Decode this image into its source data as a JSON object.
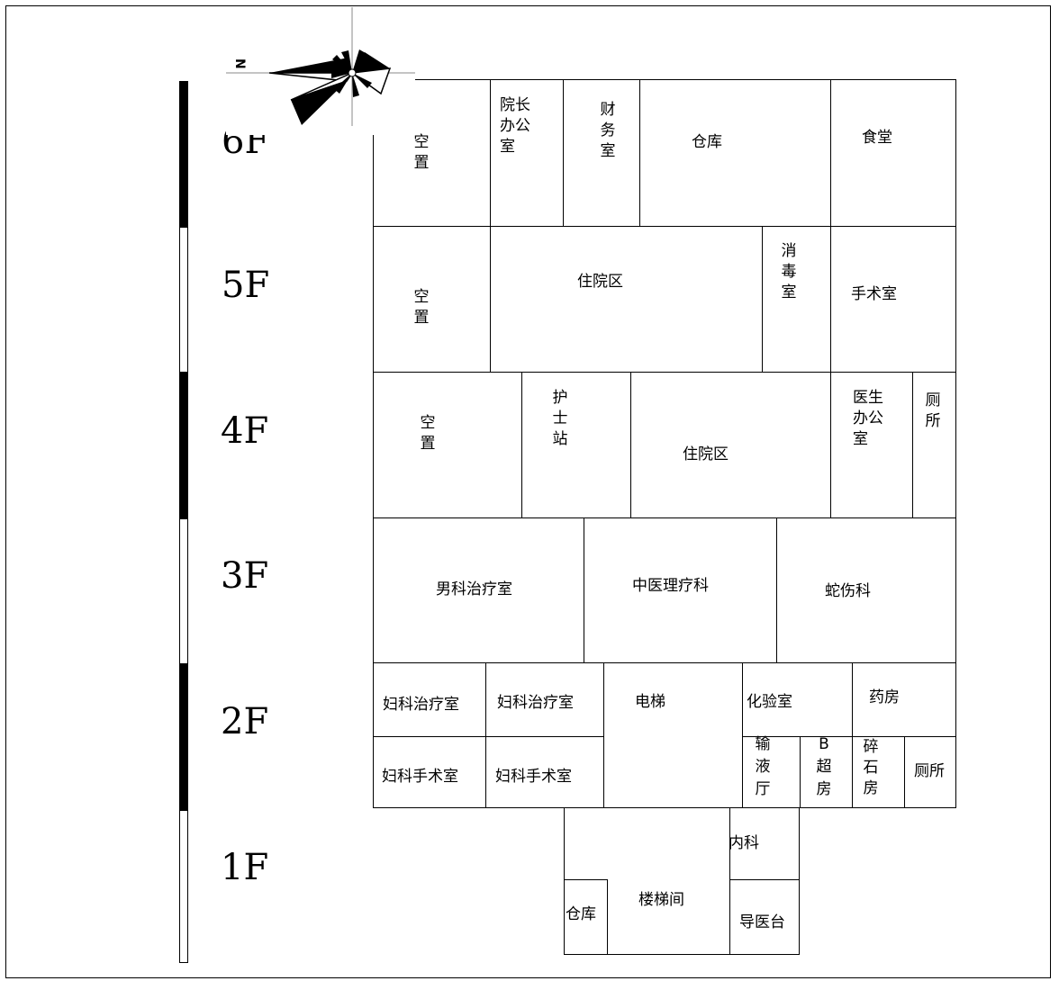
{
  "floors": [
    "6F",
    "5F",
    "4F",
    "3F",
    "2F",
    "1F"
  ],
  "compass": {
    "north_letter": "N"
  },
  "rooms": {
    "f6_vacant": "空置",
    "f6_president": "院长办公室",
    "f6_finance": "财务室",
    "f6_storage": "仓库",
    "f6_canteen": "食堂",
    "f5_vacant": "空置",
    "f5_inpatient": "住院区",
    "f5_disinfection": "消毒室",
    "f5_surgery": "手术室",
    "f4_vacant": "空置",
    "f4_nurse_station": "护士站",
    "f4_inpatient": "住院区",
    "f4_doctor_office": "医生办公室",
    "f4_toilet": "厕所",
    "f3_andrology": "男科治疗室",
    "f3_tcm": "中医理疗科",
    "f3_snakebite": "蛇伤科",
    "f2_gyn_treat_1": "妇科治疗室",
    "f2_gyn_treat_2": "妇科治疗室",
    "f2_elevator": "电梯",
    "f2_lab": "化验室",
    "f2_pharmacy": "药房",
    "f2_gyn_surgery_1": "妇科手术室",
    "f2_gyn_surgery_2": "妇科手术室",
    "f2_infusion": "输液厅",
    "f2_b_ultrasound": "B超房",
    "f2_lithotripsy": "碎石房",
    "f2_toilet": "厕所",
    "f1_internal_med": "内科",
    "f1_stairwell": "楼梯间",
    "f1_storage": "仓库",
    "f1_reception": "导医台"
  }
}
